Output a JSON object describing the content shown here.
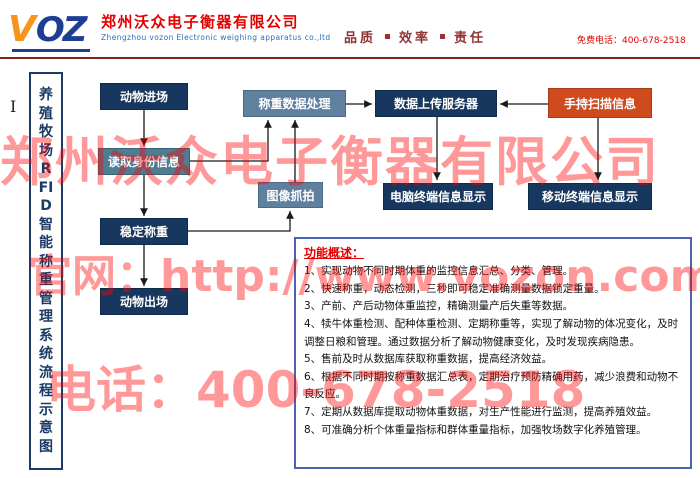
{
  "header": {
    "logo": {
      "v": "V",
      "oz": "OZ"
    },
    "company_name": "郑州沃众电子衡器有限公司",
    "company_en": "Zhengzhou vozon Electronic weighing apparatus co.,ltd",
    "slogan": [
      "品质",
      "效率",
      "责任"
    ],
    "phone": "免费电话：400-678-2518"
  },
  "sidebar": {
    "title": "养殖牧场RFID智能称重管理系统流程示意图"
  },
  "flow": {
    "animal_in": "动物进场",
    "read_id": "读取身份信息",
    "stable_weigh": "稳定称重",
    "animal_out": "动物出场",
    "data_process": "称重数据处理",
    "image_capture": "图像抓拍",
    "upload_server": "数据上传服务器",
    "handheld": "手持扫描信息",
    "pc_display": "电脑终端信息显示",
    "mobile_display": "移动终端信息显示"
  },
  "features": {
    "title": "功能概述：",
    "items": [
      "1、实现动物不同时期体重的监控信息汇总、分类、管理。",
      "2、快速称重，动态检测，三秒即可稳定准确测量数据锁定重量。",
      "3、产前、产后动物体重监控，精确测量产后失重等数据。",
      "4、犊牛体重检测、配种体重检测、定期称重等，实现了解动物的体况变化，及时调整日粮和管理。通过数据分析了解动物健康变化，及时发现疾病隐患。",
      "5、售前及时从数据库获取称重数据，提高经济效益。",
      "6、根据不同时期按称重数据汇总表，定期治疗预防精确用药，减少浪费和动物不良反应。",
      "7、定期从数据库提取动物体重数据，对生产性能进行监测，提高养殖效益。",
      "8、可准确分析个体重量指标和群体重量指标，加强牧场数字化养殖管理。"
    ]
  },
  "watermarks": [
    "郑州沃众电子衡器有限公司",
    "官网：http://www.vozon.com",
    "电话：400-678-2518"
  ],
  "cursor": "I",
  "colors": {
    "navy": "#17375e",
    "slate": "#60809f",
    "teal": "#4e7d92",
    "orange": "#cf4a1d",
    "brand_red": "#e60000",
    "watermark_red": "#ff0000",
    "divider": "#7d2323",
    "slogan_text": "#8e3434"
  }
}
